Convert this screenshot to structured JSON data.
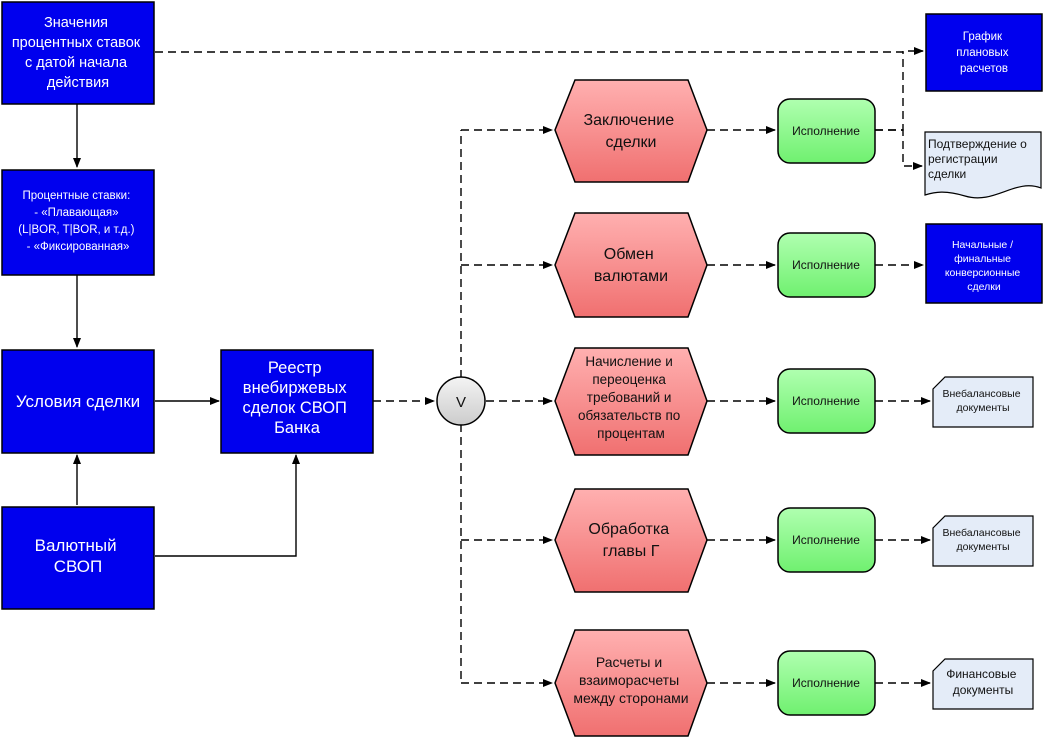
{
  "inputs": {
    "rates_values": [
      "Значения",
      "процентных ставок",
      "с датой начала",
      "действия"
    ],
    "interest_rates": [
      "Процентные ставки:",
      "- «Плавающая»",
      "(L|BOR, T|BOR, и т.д.)",
      "- «Фиксированная»"
    ],
    "deal_terms": [
      "Условия сделки"
    ],
    "currency_swap": [
      "Валютный",
      "СВОП"
    ],
    "registry": [
      "Реестр",
      "внебиржевых",
      "сделок СВОП",
      "Банка"
    ]
  },
  "operator": {
    "label": "V"
  },
  "processes": [
    {
      "lines": [
        "Заключение",
        "сделки"
      ]
    },
    {
      "lines": [
        "Обмен",
        "валютами"
      ]
    },
    {
      "lines": [
        "Начисление и",
        "переоценка",
        "требований и",
        "обязательств по",
        "процентам"
      ]
    },
    {
      "lines": [
        "Обработка",
        "главы Г"
      ]
    },
    {
      "lines": [
        "Расчеты и",
        "взаиморасчеты",
        "между сторонами"
      ]
    }
  ],
  "execution": {
    "label": "Исполнение"
  },
  "outputs": {
    "schedule": [
      "График",
      "плановых",
      "расчетов"
    ],
    "confirmation": [
      "Подтверждение о",
      "регистрации",
      "сделки"
    ],
    "conversion": [
      "Начальные /",
      "финальные",
      "конверсионные",
      "сделки"
    ],
    "offbalance_1": [
      "Внебалансовые",
      "документы"
    ],
    "offbalance_2": [
      "Внебалансовые",
      "документы"
    ],
    "financial": [
      "Финансовые",
      "документы"
    ]
  },
  "colors": {
    "input_fill": "#0000ee",
    "process_fill": "#f08080",
    "execution_fill": "#80f080",
    "document_fill": "#e4ecf8",
    "operator_fill": "#dddddd"
  }
}
